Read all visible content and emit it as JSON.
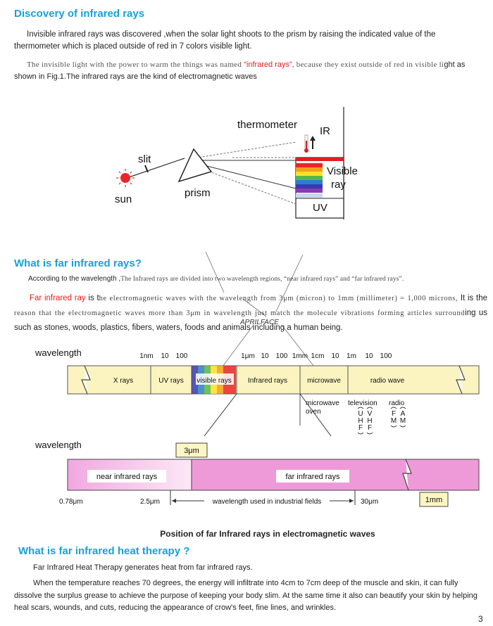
{
  "section1": {
    "title": "Discovery of infrared rays",
    "para1": "Invisible infrared rays was discovered ,when the solar light shoots to the prism by raising the indicated value of the thermometer which is placed outside of red in 7 colors visible light.",
    "para2a": "The invisible light with the power to warm the things was named",
    "para2b": "“infrared rays”",
    "para2c": ", because they exist outside of red in visible li",
    "para2d": "ght as  shown in Fig.1.The infrared rays are the kind of electromagnetic waves"
  },
  "prism_figure": {
    "thermometer": "thermometer",
    "ir": "IR",
    "slit": "slit",
    "prism": "prism",
    "sun": "sun",
    "visible": "Visible",
    "ray": "ray",
    "uv": "UV",
    "colors": [
      "#e8262a",
      "#f5a01a",
      "#ffe12a",
      "#55b84a",
      "#2a7fd0",
      "#3a3ab0",
      "#8a3ab0"
    ]
  },
  "section2": {
    "title": "What is far infrared rays?",
    "para1a": "According to the wavelength ,",
    "para1b": "The Infrared rays are divided into two wavelength regions, “near infrared rays” and “far infrared rays”.",
    "para2a": "Far infrared ray",
    "para2b": " is t",
    "para2c": "he electromagnetic waves with the wavelength from 3μm (micron) to 1mm (millimeter) = 1,000 microns,",
    "para2d": " It is the",
    "para2e": " reason that the electromagnetic waves more than 3μm in wavelength just match the molecule vibrations forming articles surround",
    "para2f": "ing us such as stones, woods, plastics, fibers, waters, foods and animals including a human being.",
    "watermark": "APRILFACE"
  },
  "spectrum": {
    "wavelength_label": "wavelength",
    "ticks_left": [
      "1nm",
      "10",
      "100"
    ],
    "ticks_right": [
      "1μm",
      "10",
      "100",
      "1mm",
      "1cm",
      "10",
      "1m",
      "10",
      "100"
    ],
    "bands": [
      "X rays",
      "UV rays",
      "visible rays",
      "Infrared rays",
      "microwave",
      "radio wave"
    ],
    "sub_microwave_oven": [
      "microwave",
      "oven"
    ],
    "sub_television": "television",
    "sub_radio": "radio",
    "uhf": [
      "U",
      "H",
      "F"
    ],
    "vhf": [
      "V",
      "H",
      "F"
    ],
    "fm": [
      "F",
      "M"
    ],
    "am": [
      "A",
      "M"
    ]
  },
  "ir_bar": {
    "wavelength_label": "wavelength",
    "three_um": "3μm",
    "near": "near infrared rays",
    "far": "far infrared rays",
    "t078": "0.78μm",
    "t25": "2.5μm",
    "industrial": "wavelength used in industrial fields",
    "t30": "30μm",
    "onemm": "1mm"
  },
  "caption": "Position of far Infrared rays in electromagnetic waves",
  "section3": {
    "title": "What is far infrared heat therapy ?",
    "para1": "Far Infrared Heat Therapy generates heat from far infrared rays.",
    "para2": "When the temperature reaches 70 degrees, the energy will infiltrate into 4cm to 7cm deep of the muscle and skin, it can fully dissolve the surplus grease to achieve the purpose of keeping your body slim. At the same time it also can beautify your skin by helping heal scars, wounds, and cuts, reducing the appearance of crow's feet, fine lines, and wrinkles."
  },
  "page_number": "3"
}
